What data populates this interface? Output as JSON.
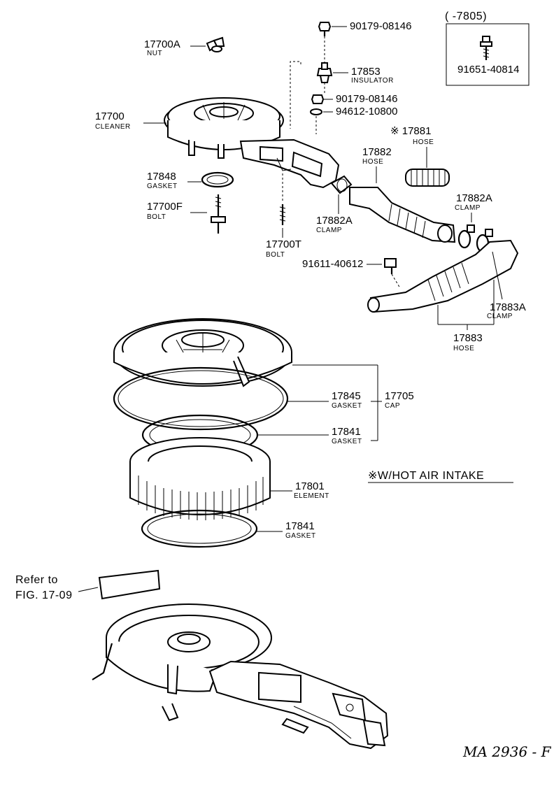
{
  "labels": {
    "bolt_top": {
      "num": "90179-08146"
    },
    "variant_range": {
      "text": "(       -7805)"
    },
    "variant_bolt": {
      "num": "91651-40814"
    },
    "nut": {
      "num": "17700A",
      "name": "NUT"
    },
    "insulator": {
      "num": "17853",
      "name": "INSULATOR"
    },
    "bolt_mid": {
      "num": "90179-08146"
    },
    "washer": {
      "num": "94612-10800"
    },
    "cleaner": {
      "num": "17700",
      "name": "CLEANER"
    },
    "hose_hot": {
      "num": "※ 17881",
      "name": "HOSE"
    },
    "hose_17882": {
      "num": "17882",
      "name": "HOSE"
    },
    "gasket_17848": {
      "num": "17848",
      "name": "GASKET"
    },
    "clamp_right": {
      "num": "17882A",
      "name": "CLAMP"
    },
    "bolt_17700f": {
      "num": "17700F",
      "name": "BOLT"
    },
    "clamp_left": {
      "num": "17882A",
      "name": "CLAMP"
    },
    "bolt_17700t": {
      "num": "17700T",
      "name": "BOLT"
    },
    "screw": {
      "num": "91611-40612"
    },
    "clamp_17883a": {
      "num": "17883A",
      "name": "CLAMP"
    },
    "hose_17883": {
      "num": "17883",
      "name": "HOSE"
    },
    "gasket_17845": {
      "num": "17845",
      "name": "GASKET"
    },
    "cap": {
      "num": "17705",
      "name": "CAP"
    },
    "gasket_17841_top": {
      "num": "17841",
      "name": "GASKET"
    },
    "element": {
      "num": "17801",
      "name": "ELEMENT"
    },
    "gasket_17841_bot": {
      "num": "17841",
      "name": "GASKET"
    }
  },
  "note": {
    "text": "※W/HOT  AIR  INTAKE"
  },
  "refer": {
    "line1": "Refer to",
    "line2": "FIG. 17-09"
  },
  "drawing_code": {
    "text": "MA 2936 - F"
  }
}
